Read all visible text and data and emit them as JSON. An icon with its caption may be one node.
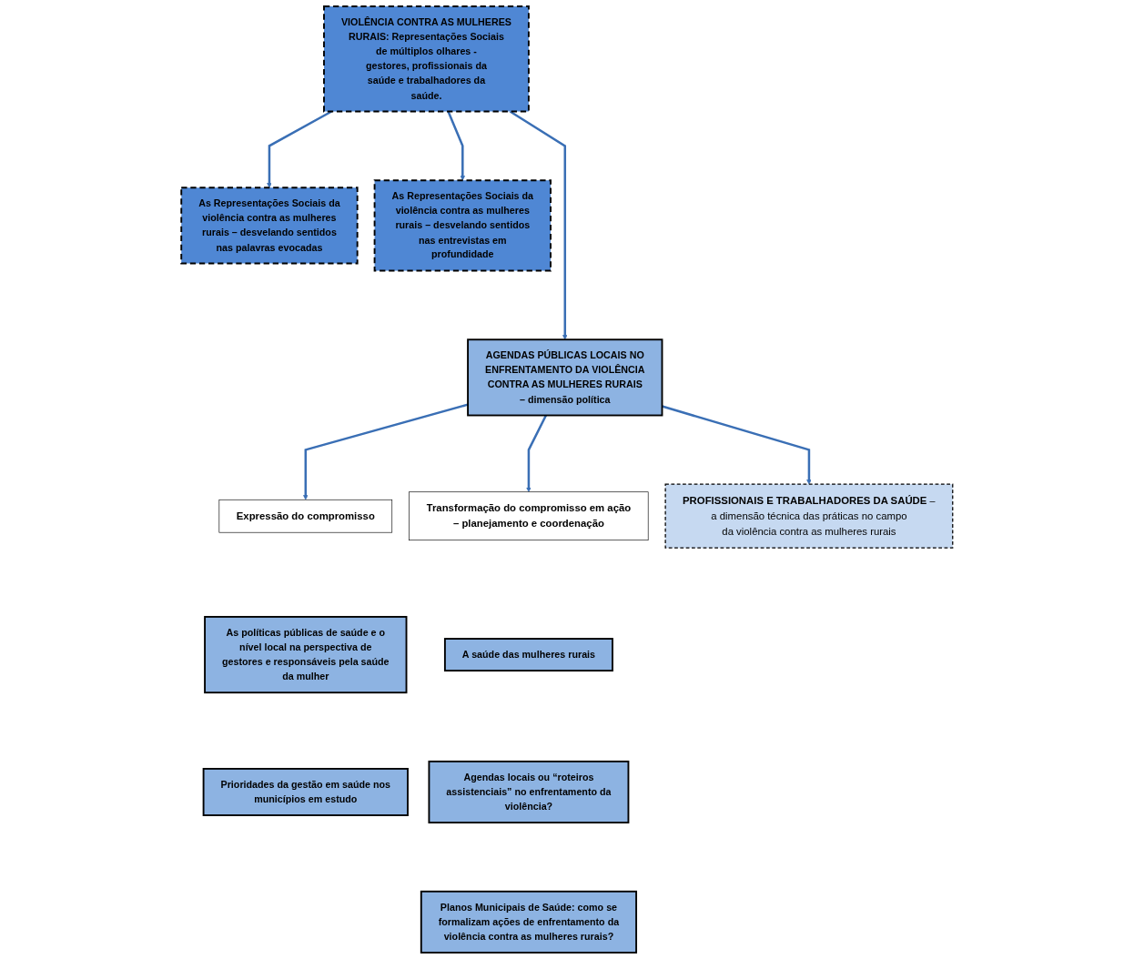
{
  "diagram": {
    "nodes": [
      {
        "text": [
          "VIOLÊNCIA CONTRA AS MULHERES RURAIS: Representações Sociais de múltiplos olhares - gestores, profissionais da saúde e trabalhadores da saúde."
        ]
      },
      {
        "text": [
          "As Representações Sociais da violência contra as mulheres rurais – desvelando sentidos nas palavras evocadas"
        ]
      },
      {
        "text": [
          "As Representações Sociais da violência contra as mulheres rurais – desvelando sentidos nas entrevistas em profundidade"
        ]
      },
      {
        "text": [
          "AGENDAS PÚBLICAS LOCAIS NO ENFRENTAMENTO DA VIOLÊNCIA CONTRA AS MULHERES RURAIS – dimensão política"
        ]
      },
      {
        "text": [
          "Expressão do compromisso"
        ]
      },
      {
        "text": [
          "As políticas públicas de saúde e o nível local na perspectiva de gestores e responsáveis pela saúde da mulher"
        ]
      },
      {
        "text": [
          "Prioridades da gestão em saúde nos municípios em estudo"
        ]
      },
      {
        "text": [
          "Transformação do compromisso em ação – planejamento e coordenação"
        ]
      },
      {
        "text": [
          "A saúde das mulheres rurais"
        ]
      },
      {
        "text": [
          "Agendas locais ou “roteiros assistenciais” no enfrentamento da violência?"
        ]
      },
      {
        "text": [
          "Planos Municipais de Saúde: como se formalizam ações de enfrentamento da violência contra as mulheres rurais?"
        ]
      },
      {
        "text": [
          "**PROFISSIONAIS E TRABALHADORES DA SAÚDE** – a dimensão técnica das práticas no campo da violência contra as mulheres rurais"
        ]
      }
    ],
    "edges": [
      {
        "from": 0,
        "to": 1,
        "arrow": "to"
      },
      {
        "from": 0,
        "to": 2,
        "arrow": "to"
      },
      {
        "from": 0,
        "to": 3,
        "arrow": "to"
      },
      {
        "from": 3,
        "to": 4,
        "arrow": "to"
      },
      {
        "from": 3,
        "to": 7,
        "arrow": "to"
      },
      {
        "from": 3,
        "to": 11,
        "arrow": "to"
      }
    ]
  }
}
